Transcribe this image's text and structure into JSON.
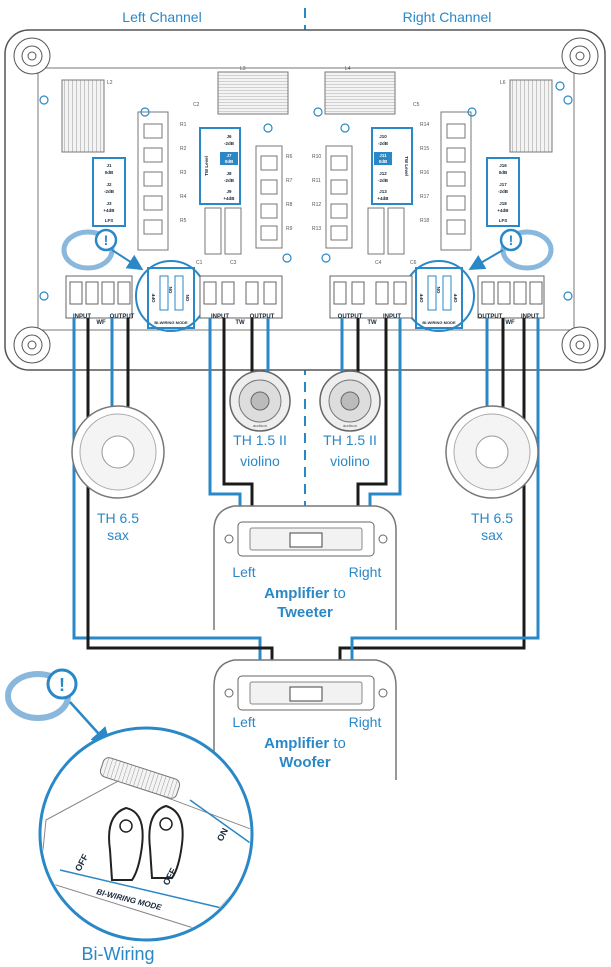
{
  "channels": {
    "left": "Left Channel",
    "right": "Right Channel"
  },
  "crossover": {
    "left_components": [
      "L2",
      "C2",
      "L3",
      "R1",
      "R2",
      "R3",
      "R4",
      "R5",
      "R6",
      "R7",
      "R8",
      "R9",
      "C1",
      "C3"
    ],
    "right_components": [
      "L4",
      "C5",
      "L6",
      "R10",
      "R11",
      "R12",
      "R13",
      "R14",
      "R15",
      "R16",
      "R17",
      "R18",
      "C4",
      "C6"
    ],
    "wf_jumpers_left": [
      "J1",
      "0dB",
      "J2",
      "-2dB",
      "J3",
      "+4dB",
      "LFS"
    ],
    "tw_jumpers_left": [
      "J6",
      "-2dB",
      "J7",
      "0dB",
      "J8",
      "-2dB",
      "J9",
      "+4dB"
    ],
    "tw_jumpers_right": [
      "J10",
      "-2dB",
      "J11",
      "0dB",
      "J12",
      "-2dB",
      "J13",
      "+4dB"
    ],
    "wf_jumpers_right": [
      "J16",
      "0dB",
      "J17",
      "-2dB",
      "J18",
      "+4dB",
      "LFS"
    ],
    "tw_level": "TW Level",
    "biwire_mode": "BI-WIRING MODE",
    "off": "OFF",
    "on": "ON",
    "terminals_left": {
      "input": "INPUT",
      "wf": "WF",
      "output": "OUTPUT",
      "tw": "TW",
      "output2": "OUTPUT"
    },
    "terminals_right": {
      "output": "OUTPUT",
      "tw": "TW",
      "input": "INPUT",
      "output2": "OUTPUT",
      "wf": "WF",
      "input2": "INPUT"
    }
  },
  "tweeters": {
    "left": {
      "model": "TH 1.5 II",
      "variant": "violino",
      "logo": "audison"
    },
    "right": {
      "model": "TH 1.5 II",
      "variant": "violino",
      "logo": "audison"
    }
  },
  "woofers": {
    "left": {
      "model": "TH 6.5",
      "variant": "sax"
    },
    "right": {
      "model": "TH 6.5",
      "variant": "sax"
    }
  },
  "amp_tweeter": {
    "left": "Left",
    "right": "Right",
    "title": "Amplifier",
    "to": "to",
    "target": "Tweeter"
  },
  "amp_woofer": {
    "left": "Left",
    "right": "Right",
    "title": "Amplifier",
    "to": "to",
    "target": "Woofer"
  },
  "detail": {
    "caption": "Bi-Wiring",
    "mode": "BI-WIRING MODE",
    "off_left": "OFF",
    "off_right": "OFF",
    "on": "ON"
  },
  "colors": {
    "accent": "#2a88c7",
    "wire_dark": "#1b1b1b",
    "board": "#ffffff",
    "outline": "#555555"
  }
}
